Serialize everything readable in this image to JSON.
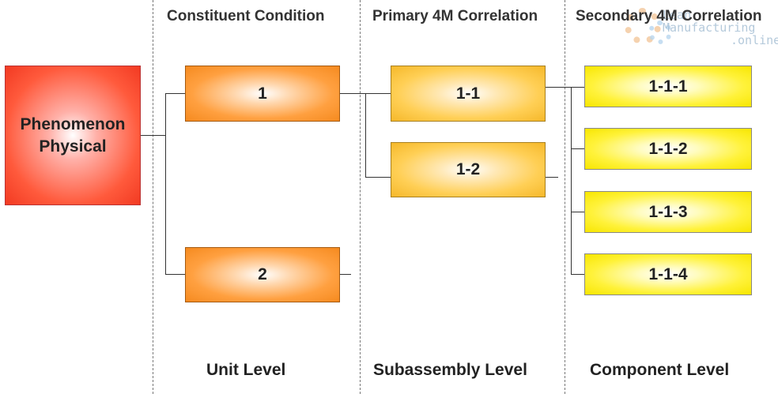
{
  "headers": {
    "unit": "Constituent Condition",
    "sub": "Primary 4M Correlation",
    "comp": "Secondary 4M Correlation"
  },
  "footers": {
    "unit": "Unit Level",
    "sub": "Subassembly Level",
    "comp": "Component Level"
  },
  "phenomenon": {
    "line1": "Phenomenon",
    "line2": "Physical"
  },
  "units": [
    "1",
    "2"
  ],
  "subassemblies": [
    "1-1",
    "1-2"
  ],
  "components": [
    "1-1-1",
    "1-1-2",
    "1-1-3",
    "1-1-4"
  ],
  "watermark": {
    "line1": "Lean",
    "line2": "Manufacturing",
    "line3": ".online"
  },
  "colors": {
    "phenomenon": "#f23a22",
    "unit": "#f58a1f",
    "subassembly": "#f5b82a",
    "component": "#f7e600"
  }
}
